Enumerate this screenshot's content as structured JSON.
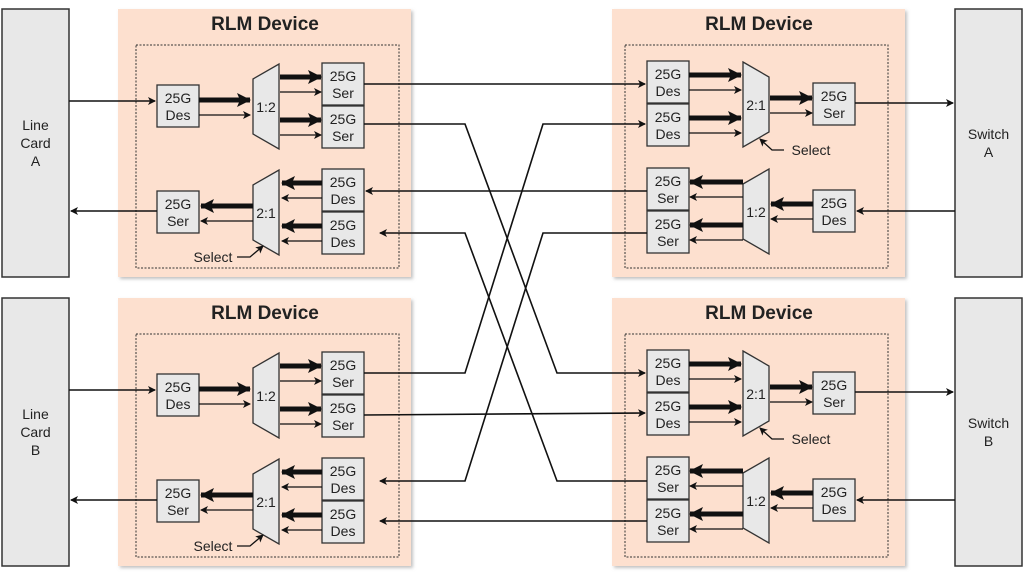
{
  "colors": {
    "device_fill": "#fde0cf",
    "block_fill": "#e8e8e8",
    "line": "#111111",
    "endpoint_fill": "#e8e8e8"
  },
  "endpoints": {
    "line_card_a": [
      "Line",
      "Card",
      "A"
    ],
    "line_card_b": [
      "Line",
      "Card",
      "B"
    ],
    "switch_a": [
      "Switch",
      "A"
    ],
    "switch_b": [
      "Switch",
      "B"
    ]
  },
  "devices": {
    "title": "RLM Device",
    "des_line1": "25G",
    "des_line2": "Des",
    "ser_line1": "25G",
    "ser_line2": "Ser",
    "demux": "1:2",
    "mux": "2:1",
    "select": "Select"
  }
}
